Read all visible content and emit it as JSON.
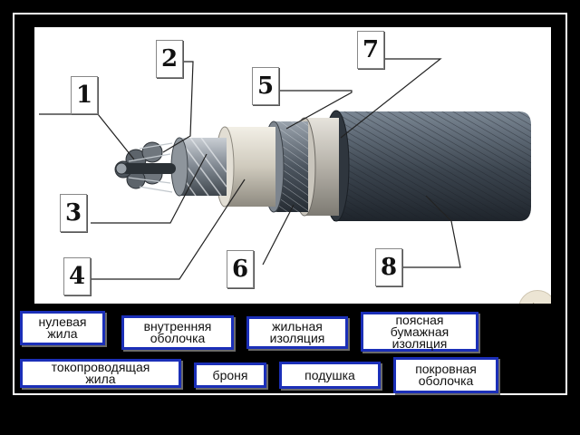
{
  "callouts": [
    "1",
    "2",
    "3",
    "4",
    "5",
    "6",
    "7",
    "8"
  ],
  "answer_cards": [
    "нулевая\nжила",
    "внутренняя\nоболочка",
    "жильная\nизоляция",
    "поясная\nбумажная\nизоляция",
    "токопроводящая\nжила",
    "броня",
    "подушка",
    "покровная\nоболочка"
  ],
  "colors": {
    "background": "#000000",
    "card_border": "#1b2fb8",
    "panel": "#ffffff"
  },
  "icons": {
    "next": "play-triangle-icon"
  }
}
